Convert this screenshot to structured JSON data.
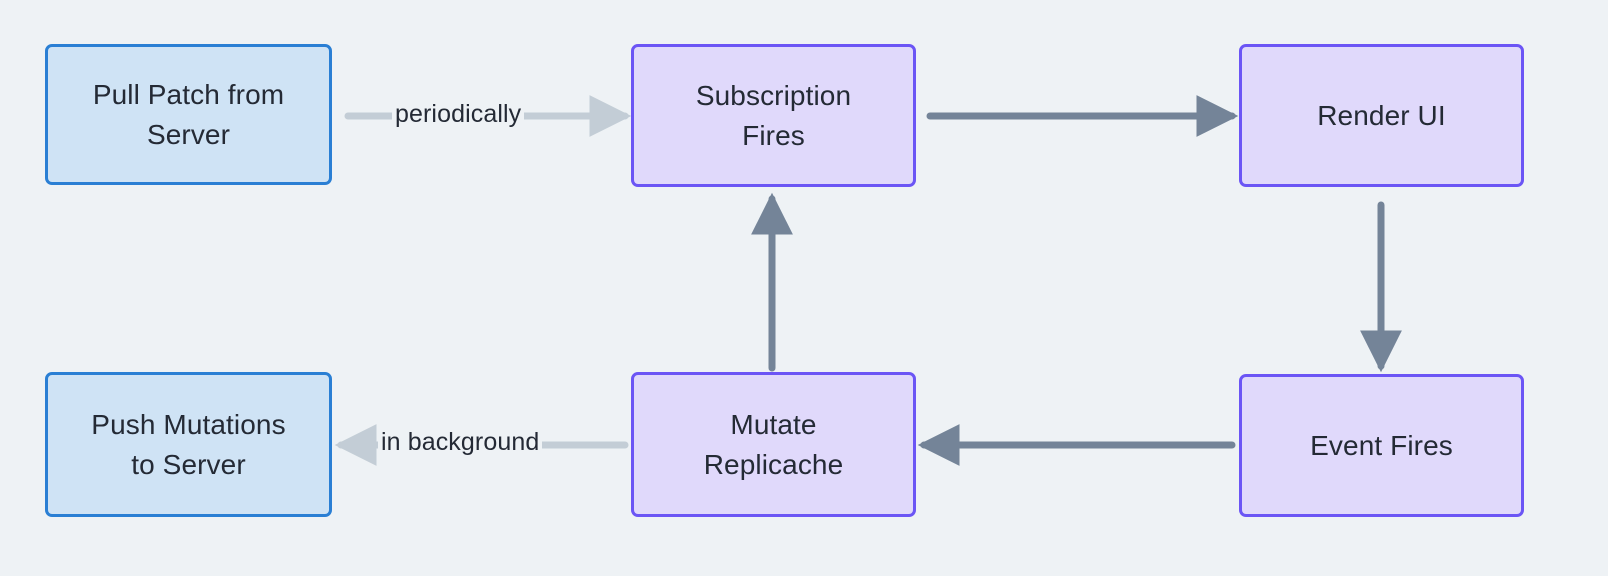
{
  "diagram": {
    "type": "flowchart",
    "background_color": "#eef2f5",
    "node_fill_blue": "#cfe3f5",
    "node_border_blue": "#2a7fd4",
    "node_fill_purple": "#e0d9fb",
    "node_border_purple": "#6b55f5",
    "edge_color_solid": "#748498",
    "edge_color_faded": "#c3cdd6",
    "text_color": "#242a35",
    "nodes": [
      {
        "id": "pull",
        "label": "Pull Patch from\nServer",
        "style": "blue"
      },
      {
        "id": "sub",
        "label": "Subscription\nFires",
        "style": "purple"
      },
      {
        "id": "render",
        "label": "Render UI",
        "style": "purple"
      },
      {
        "id": "event",
        "label": "Event Fires",
        "style": "purple"
      },
      {
        "id": "mutate",
        "label": "Mutate\nReplicache",
        "style": "purple"
      },
      {
        "id": "push",
        "label": "Push Mutations\nto Server",
        "style": "blue"
      }
    ],
    "edges": [
      {
        "from": "pull",
        "to": "sub",
        "label": "periodically",
        "direction": "right",
        "style": "faded"
      },
      {
        "from": "sub",
        "to": "render",
        "label": "",
        "direction": "right",
        "style": "solid"
      },
      {
        "from": "render",
        "to": "event",
        "label": "",
        "direction": "down",
        "style": "solid"
      },
      {
        "from": "event",
        "to": "mutate",
        "label": "",
        "direction": "left",
        "style": "solid"
      },
      {
        "from": "mutate",
        "to": "push",
        "label": "in background",
        "direction": "left",
        "style": "faded"
      },
      {
        "from": "mutate",
        "to": "sub",
        "label": "",
        "direction": "up",
        "style": "solid"
      }
    ]
  }
}
